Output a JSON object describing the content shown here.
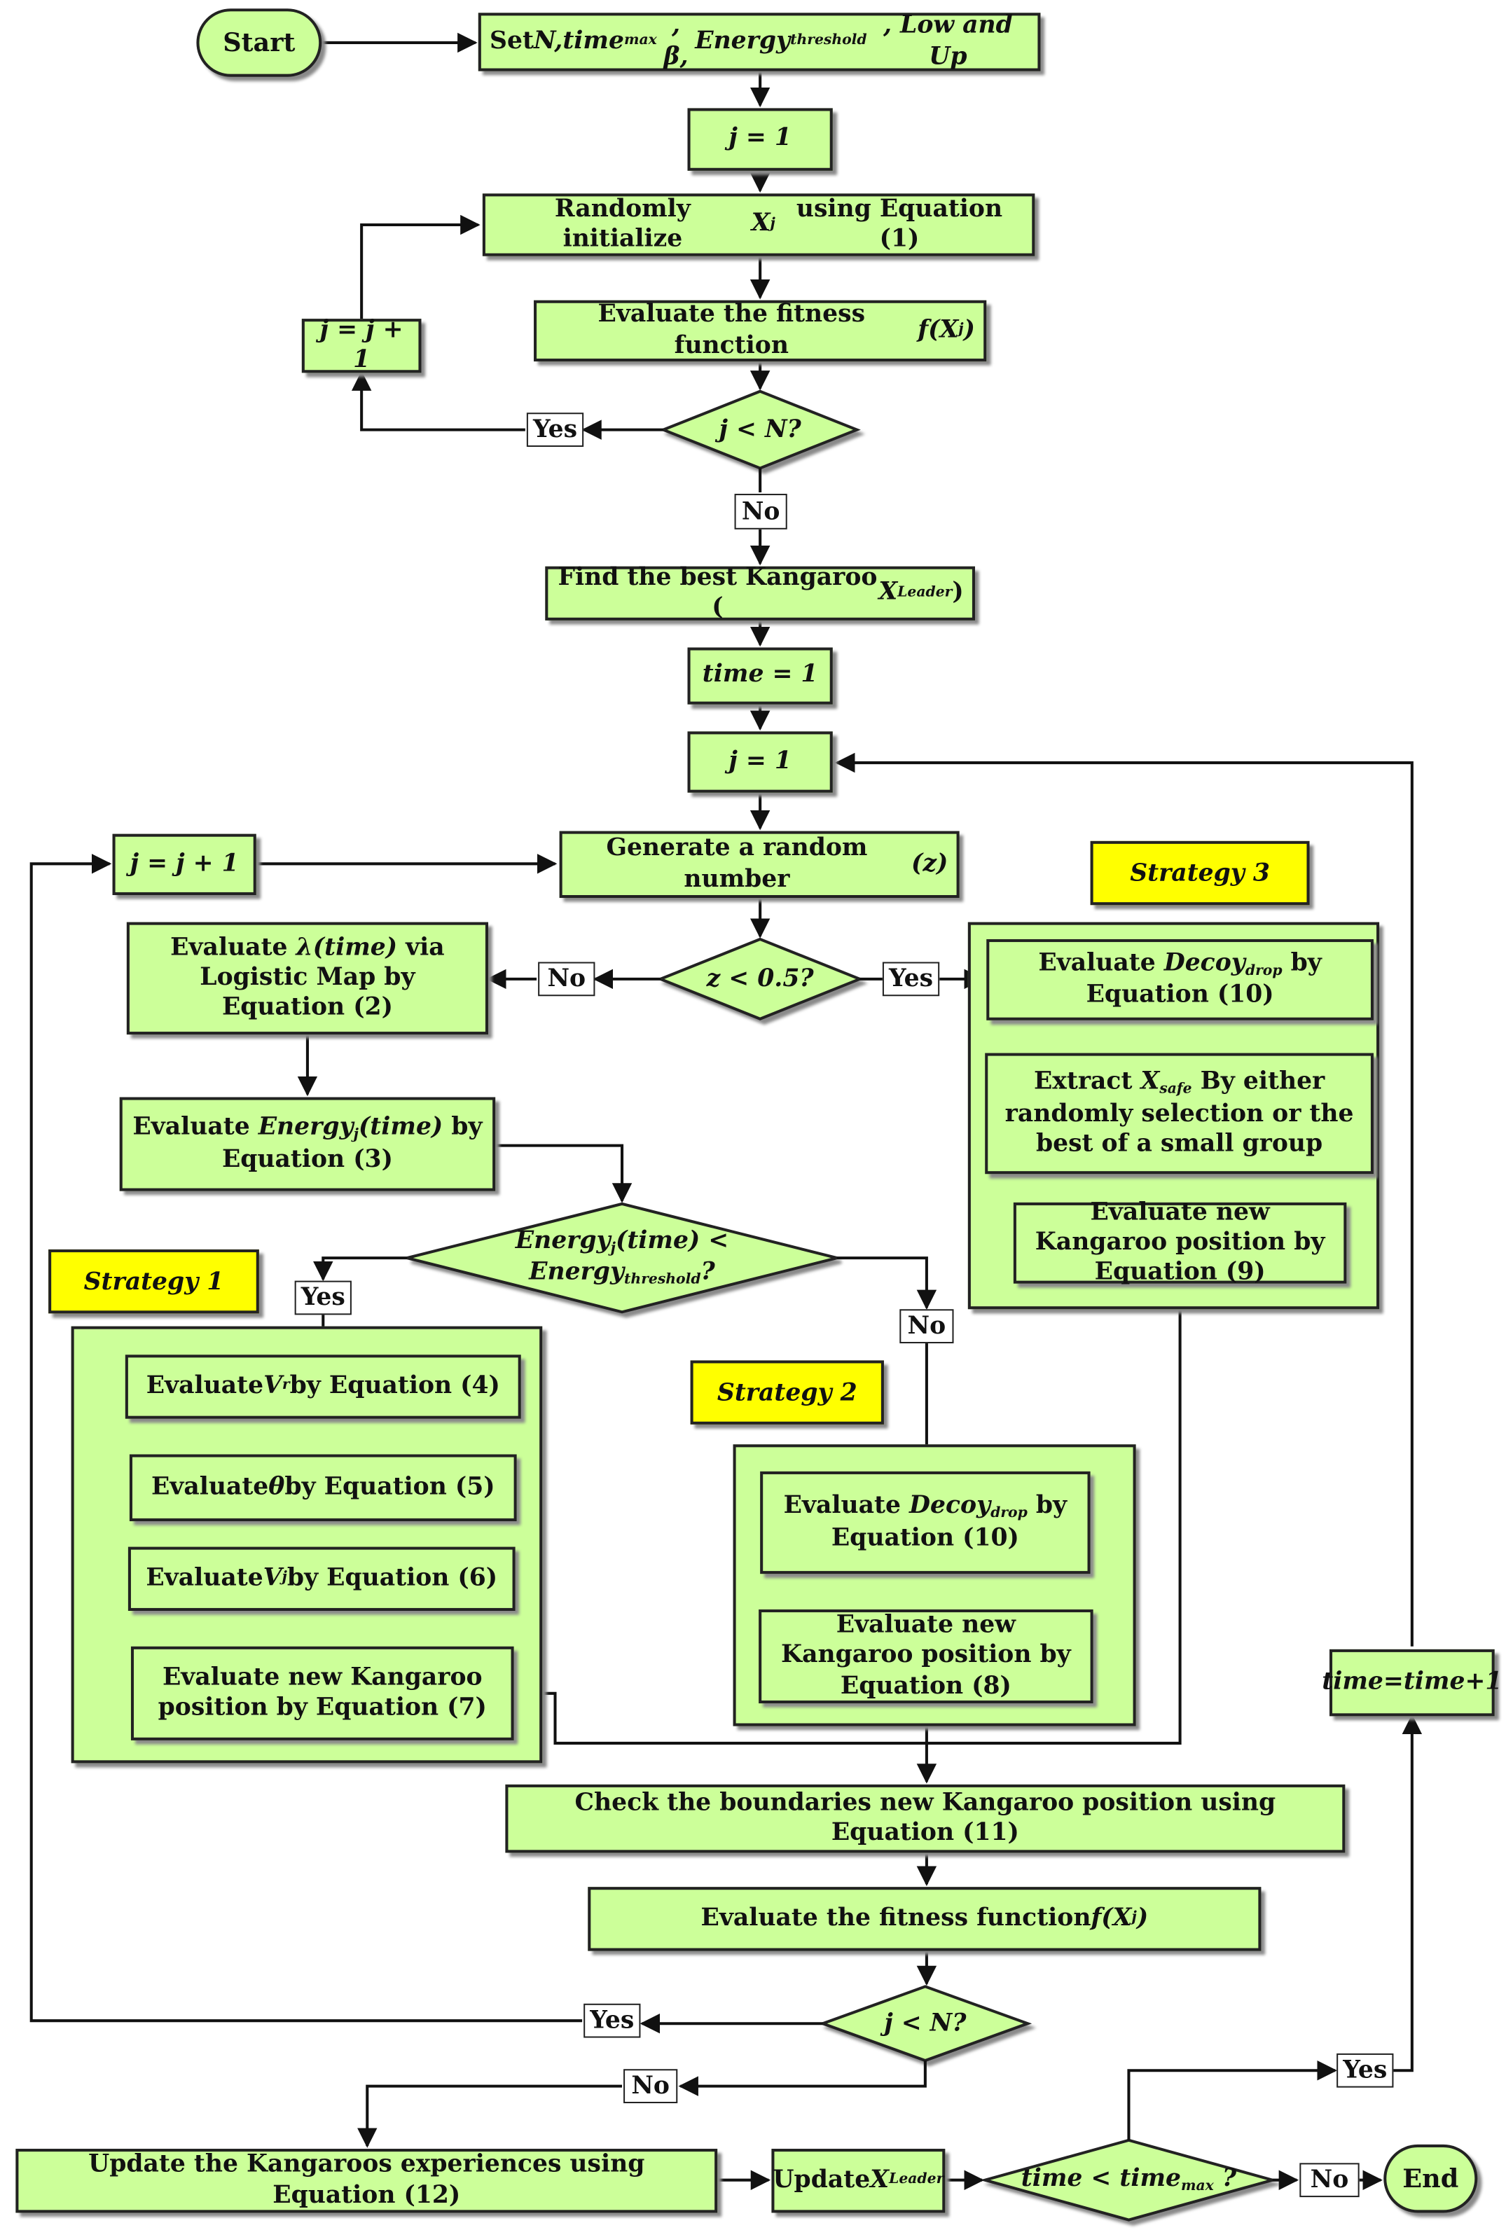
{
  "nodes": {
    "start": "Start",
    "end": "End",
    "set_params": {
      "pre": "Set ",
      "n": "N, ",
      "time_sym": "time",
      "time_sub": "max",
      "mid": ", β,  ",
      "energy_sym": "Energy",
      "energy_sub": "threshold",
      "post": ", Low and Up"
    },
    "j_init_1": "j = 1",
    "random_init": {
      "pre": "Randomly initialize ",
      "x": "X",
      "x_sub": "j",
      "post": " using Equation (1)"
    },
    "eval_fitness_1": {
      "pre": "Evaluate the fitness function ",
      "f": "f(X",
      "f_sub": "j",
      "close": ")"
    },
    "j_inc_1": "j = j + 1",
    "j_lt_n_1": "j < N?",
    "best_kangaroo": {
      "pre": "Find the best Kangaroo (",
      "x": "X",
      "x_sub": "Leader",
      "close": " )"
    },
    "time_init": "time = 1",
    "j_init_2": "j = 1",
    "j_inc_2": "j = j + 1",
    "random_z": {
      "pre": "Generate a random number ",
      "z": "(z)"
    },
    "z_decision": "z < 0.5?",
    "eval_lambda": {
      "pre": "Evaluate ",
      "lam": "λ(time)",
      "post": " via Logistic Map by Equation (2)"
    },
    "eval_energy": {
      "pre": "Evaluate ",
      "e": "Energy",
      "e_sub": "j",
      "t": "(time)",
      "post": " by Equation (3)"
    },
    "energy_decision": {
      "e": "Energy",
      "e_sub": "j",
      "t": "(time) <",
      "e2": "Energy",
      "e2_sub": "threshold",
      "q": "?"
    },
    "s1_vr": {
      "pre": "Evaluate ",
      "v": "V",
      "v_sub": "r",
      "post": " by Equation (4)"
    },
    "s1_theta": {
      "pre": "Evaluate ",
      "th": "θ",
      "post": " by Equation (5)"
    },
    "s1_vj": {
      "pre": "Evaluate ",
      "v": "V",
      "v_sub": "j",
      "post": "  by Equation (6)"
    },
    "s1_newpos": "Evaluate new Kangaroo position by Equation (7)",
    "s2_decoy": {
      "pre": "Evaluate ",
      "d": "Decoy",
      "d_sub": "drop",
      "post": " by Equation (10)"
    },
    "s2_newpos": "Evaluate new Kangaroo position by Equation (8)",
    "s3_decoy": {
      "pre": "Evaluate ",
      "d": "Decoy",
      "d_sub": "drop",
      "post": " by Equation (10)"
    },
    "s3_extract": {
      "pre": "Extract ",
      "x": "X",
      "x_sub": "safe",
      "post": " By either randomly selection or the best of a small group"
    },
    "s3_newpos": "Evaluate new Kangaroo position by Equation (9)",
    "check_bounds": "Check the boundaries new Kangaroo position using Equation (11)",
    "eval_fitness_2": {
      "pre": "Evaluate the fitness function ",
      "f": "f(X",
      "f_sub": "j",
      "close": ")"
    },
    "j_lt_n_2": "j < N?",
    "update_exp": "Update the Kangaroos experiences using Equation (12)",
    "update_leader": {
      "pre": "Update ",
      "x": "X",
      "x_sub": "Leader"
    },
    "time_decision": {
      "t": "time < time",
      "t_sub": "max",
      "q": " ?"
    },
    "time_inc": "time=time+1"
  },
  "strategies": {
    "s1": "Strategy 1",
    "s2": "Strategy 2",
    "s3": "Strategy 3"
  },
  "edge_labels": {
    "yes_1": "Yes",
    "no_1": "No",
    "no_z": "No",
    "yes_z": "Yes",
    "yes_energy": "Yes",
    "no_energy": "No",
    "yes_2": "Yes",
    "no_2": "No",
    "yes_time": "Yes",
    "no_time": "No"
  },
  "colors": {
    "box_fill": "#ccff99",
    "strategy_fill": "#ffff00",
    "stroke": "#222222"
  }
}
